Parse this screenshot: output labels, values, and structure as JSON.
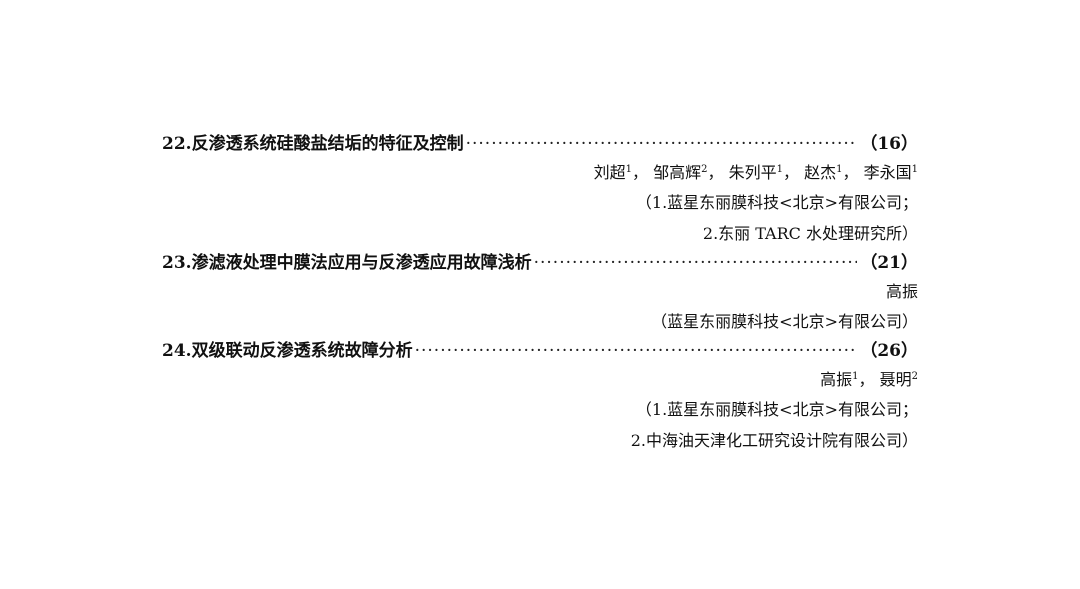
{
  "entries": [
    {
      "title": "22.反渗透系统硅酸盐结垢的特征及控制",
      "page": "（16）",
      "authors": [
        {
          "name": "刘超",
          "sup": "1",
          "sep": "，"
        },
        {
          "name": "邹高辉",
          "sup": "2",
          "sep": "，"
        },
        {
          "name": "朱列平",
          "sup": "1",
          "sep": "，"
        },
        {
          "name": "赵杰",
          "sup": "1",
          "sep": "，"
        },
        {
          "name": "李永国",
          "sup": "1",
          "sep": ""
        }
      ],
      "affiliations": [
        "（1.蓝星东丽膜科技<北京>有限公司；",
        "2.东丽 TARC 水处理研究所）"
      ]
    },
    {
      "title": "23.渗滤液处理中膜法应用与反渗透应用故障浅析",
      "page": "（21）",
      "authors": [
        {
          "name": "高振",
          "sup": "",
          "sep": ""
        }
      ],
      "affiliations": [
        "（蓝星东丽膜科技<北京>有限公司）"
      ]
    },
    {
      "title": "24.双级联动反渗透系统故障分析",
      "page": "（26）",
      "authors": [
        {
          "name": "高振",
          "sup": "1",
          "sep": "，"
        },
        {
          "name": "聂明",
          "sup": "2",
          "sep": ""
        }
      ],
      "affiliations": [
        "（1.蓝星东丽膜科技<北京>有限公司；",
        "2.中海油天津化工研究设计院有限公司）"
      ]
    }
  ],
  "leader_char": "·"
}
